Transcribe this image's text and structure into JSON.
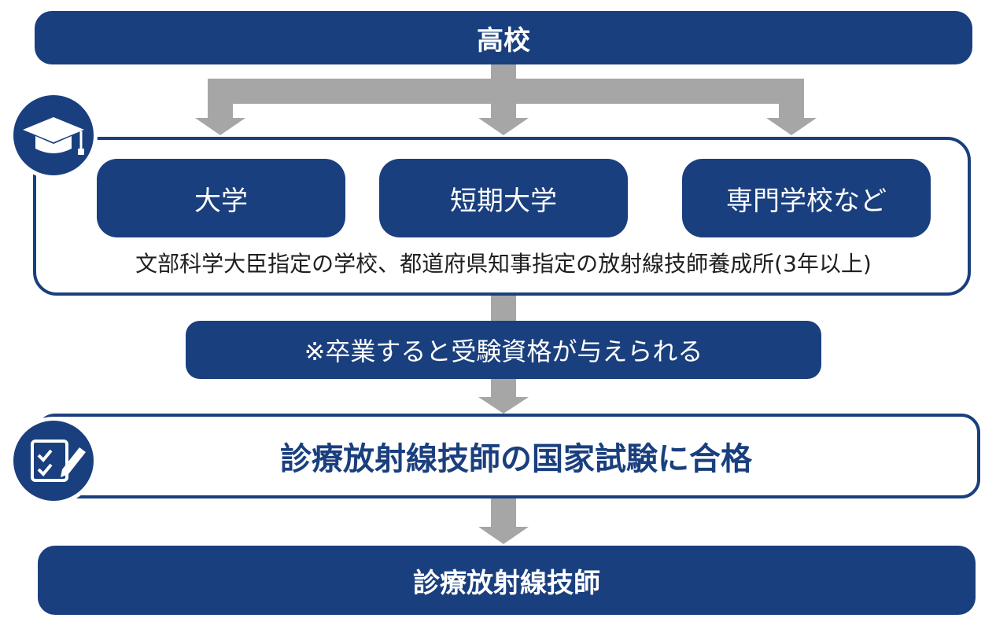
{
  "top": {
    "label": "高校"
  },
  "schools": {
    "items": [
      {
        "label": "大学"
      },
      {
        "label": "短期大学"
      },
      {
        "label": "専門学校など"
      }
    ],
    "note": "文部科学大臣指定の学校、都道府県知事指定の放射線技師養成所(3年以上)"
  },
  "graduation_note": "※卒業すると受験資格が与えられる",
  "exam": {
    "label": "診療放射線技師の国家試験に合格"
  },
  "result": {
    "label": "診療放射線技師"
  },
  "icons": {
    "school": "graduation-cap-icon",
    "exam": "checklist-pen-icon"
  },
  "colors": {
    "primary": "#1a3f7e",
    "arrow": "#a6a6a6",
    "background": "#ffffff"
  }
}
